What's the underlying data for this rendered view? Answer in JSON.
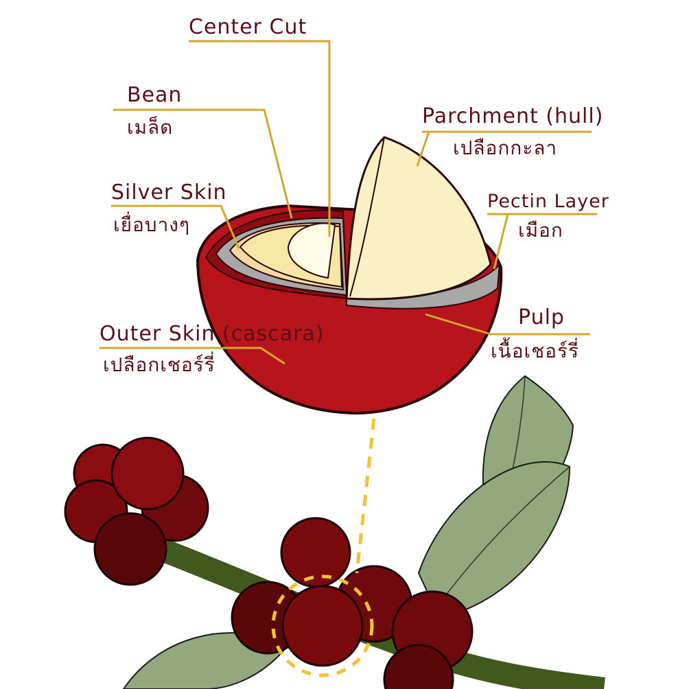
{
  "labels": {
    "center_cut": {
      "en": "Center Cut"
    },
    "bean": {
      "en": "Bean",
      "th": "เมล็ด"
    },
    "parchment": {
      "en": "Parchment (hull)",
      "th": "เปลือกกะลา"
    },
    "silver_skin": {
      "en": "Silver Skin",
      "th": "เยื่อบางๆ"
    },
    "pectin": {
      "en": "Pectin Layer",
      "th": "เมือก"
    },
    "pulp": {
      "en": "Pulp",
      "th": "เนื้อเชอร์รี่"
    },
    "outer_skin": {
      "en": "Outer Skin (cascara)",
      "th": "เปลือกเชอร์รี่"
    }
  },
  "colors": {
    "text": "#5a1018",
    "leader_line": "#d4a72c",
    "cherry_red": "#b8141c",
    "outline": "#2a0505",
    "bean": "#f7e7a6",
    "parchment": "#fbefc4",
    "silver": "#a8a8a8",
    "berry_dark": "#6e0a0e",
    "stem": "#3f5a1c",
    "leaf": "#93a87c"
  }
}
